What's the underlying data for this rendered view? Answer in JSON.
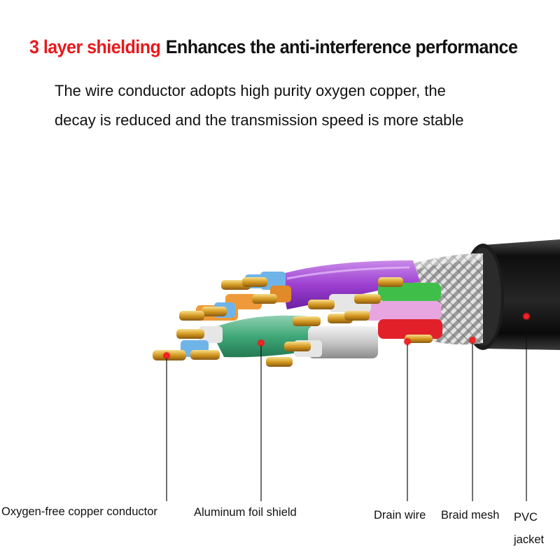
{
  "headline": {
    "highlight": "3 layer shielding",
    "text": "Enhances the anti-interference performance",
    "highlight_color": "#e8191c"
  },
  "description": {
    "line1": "The wire conductor adopts high purity oxygen copper, the",
    "line2": "decay is reduced and the transmission speed is more stable"
  },
  "labels": {
    "conductor": "Oxygen-free copper conductor",
    "foil": "Aluminum foil shield",
    "drain": "Drain wire",
    "braid": "Braid mesh",
    "jacket_line1": "PVC",
    "jacket_line2": "jacket"
  },
  "colors": {
    "marker": "#e8191c",
    "copper": "#d9a532",
    "jacket": "#1a1a1a"
  }
}
